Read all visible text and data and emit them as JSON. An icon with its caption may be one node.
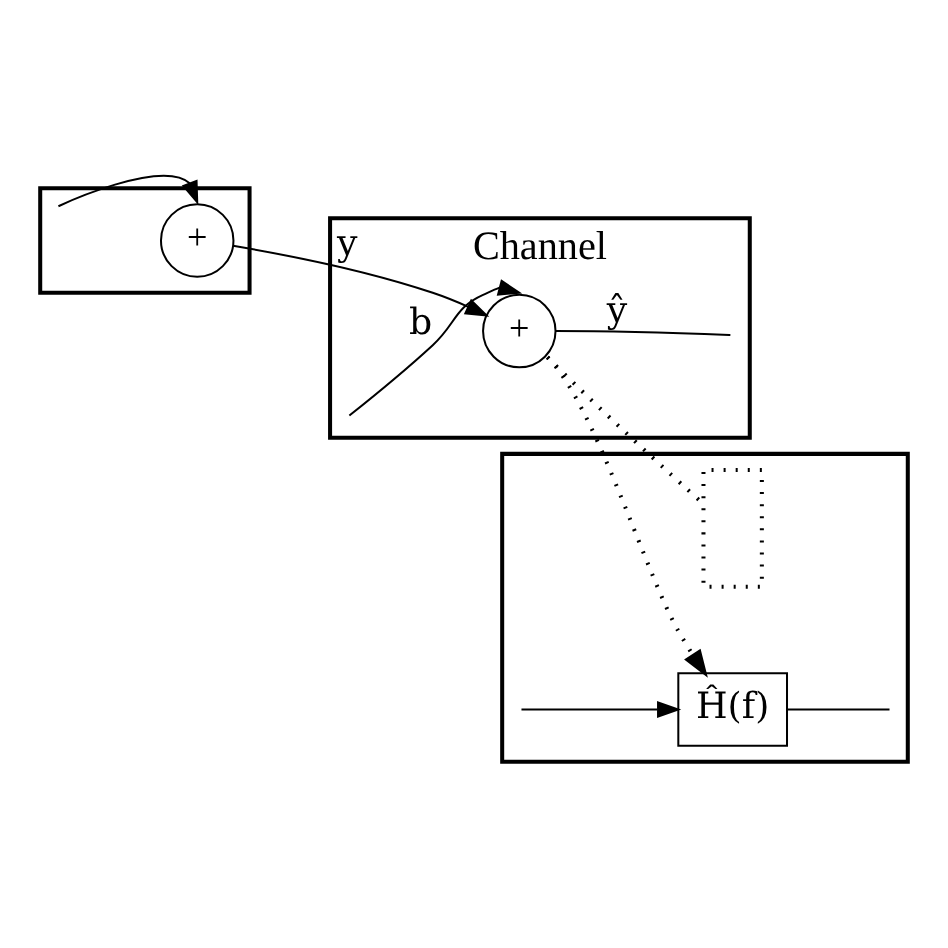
{
  "diagram": {
    "nodes": [
      {
        "text": [],
        "shape": "box"
      },
      {
        "text": [
          "Channel"
        ]
      },
      {
        "text": [],
        "shape": "box"
      },
      {
        "text": [
          "+"
        ],
        "in": 0
      },
      {
        "text": [
          "+"
        ],
        "in": 1
      },
      {
        "text": [
          "Ĥ(f)"
        ],
        "in": 2
      },
      {
        "text": [],
        "shape": "box",
        "in": 2
      }
    ],
    "edges": [
      {
        "from": null,
        "to": 3,
        "arrow": "to"
      },
      {
        "from": 3,
        "to": 4,
        "label": "y",
        "arrow": "to"
      },
      {
        "from": null,
        "to": 4,
        "label": "b",
        "arrow": "to"
      },
      {
        "from": 4,
        "to": null,
        "label": "ŷ",
        "arrow": "none"
      },
      {
        "from": 4,
        "to": 5,
        "arrow": "to",
        "style": "dashed"
      },
      {
        "from": 4,
        "to": 6,
        "arrow": "none",
        "style": "dashed"
      },
      {
        "from": null,
        "to": 5,
        "arrow": "to"
      },
      {
        "from": 5,
        "to": null,
        "arrow": "none"
      }
    ]
  }
}
